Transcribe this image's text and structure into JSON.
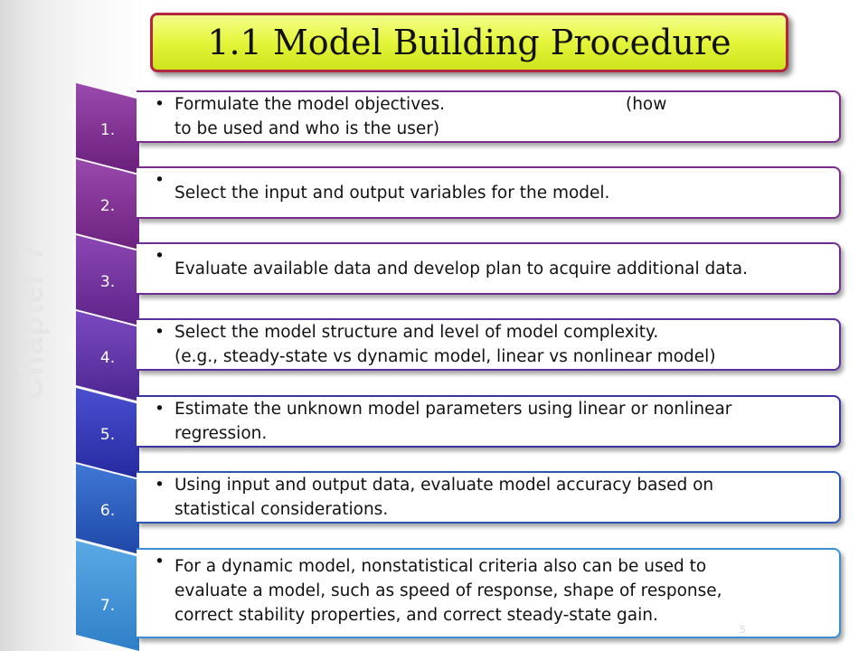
{
  "slide": {
    "title": "1.1 Model Building Procedure",
    "side_label": "Chapter 7",
    "page_number": "5"
  },
  "steps": [
    {
      "number": "1.",
      "lines": [
        "Formulate the model objectives.                                  (how",
        "to be used and who is the user)"
      ],
      "color": "#7a2b8c"
    },
    {
      "number": "2.",
      "lines": [
        "Select the input and output variables for the model."
      ],
      "color": "#7a2b8c"
    },
    {
      "number": "3.",
      "lines": [
        "Evaluate available data and develop plan to acquire additional data."
      ],
      "color": "#6d2c93"
    },
    {
      "number": "4.",
      "lines": [
        "Select the model structure and level of model complexity.",
        "(e.g., steady-state vs dynamic model, linear vs nonlinear model)"
      ],
      "color": "#5a2e9e"
    },
    {
      "number": "5.",
      "lines": [
        "Estimate the unknown model parameters using linear or nonlinear",
        "regression."
      ],
      "color": "#3a33a8"
    },
    {
      "number": "6.",
      "lines": [
        "Using input and output data, evaluate model accuracy based on",
        "statistical considerations."
      ],
      "color": "#2a55b8"
    },
    {
      "number": "7.",
      "lines": [
        "For a dynamic model, nonstatistical criteria also can be used to",
        "evaluate a model, such as speed of response, shape of response,",
        "correct stability properties, and correct steady-state gain."
      ],
      "color": "#3a8fd4"
    }
  ]
}
